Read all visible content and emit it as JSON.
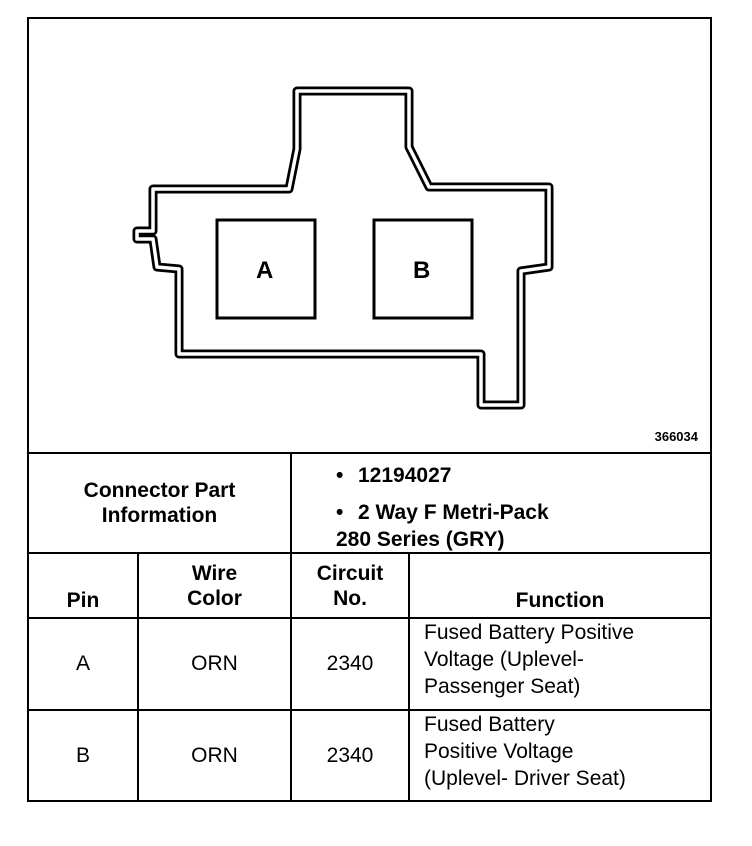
{
  "diagram": {
    "pin_labels": [
      "A",
      "B"
    ],
    "figure_id": "366034"
  },
  "part_info": {
    "label_line1": "Connector Part",
    "label_line2": "Information",
    "bullets": [
      {
        "lines": [
          "12194027"
        ]
      },
      {
        "lines": [
          "2 Way F Metri-Pack",
          "280 Series (GRY)"
        ]
      }
    ]
  },
  "table": {
    "headers": {
      "pin": [
        "Pin"
      ],
      "wire_color": [
        "Wire",
        "Color"
      ],
      "circuit": [
        "Circuit",
        "No."
      ],
      "function": [
        "Function"
      ]
    },
    "rows": [
      {
        "pin": "A",
        "wire_color": "ORN",
        "circuit": "2340",
        "function": [
          "Fused Battery Positive",
          "Voltage (Uplevel-",
          "Passenger Seat)"
        ]
      },
      {
        "pin": "B",
        "wire_color": "ORN",
        "circuit": "2340",
        "function": [
          "Fused Battery",
          "Positive Voltage",
          "(Uplevel- Driver Seat)"
        ]
      }
    ]
  }
}
